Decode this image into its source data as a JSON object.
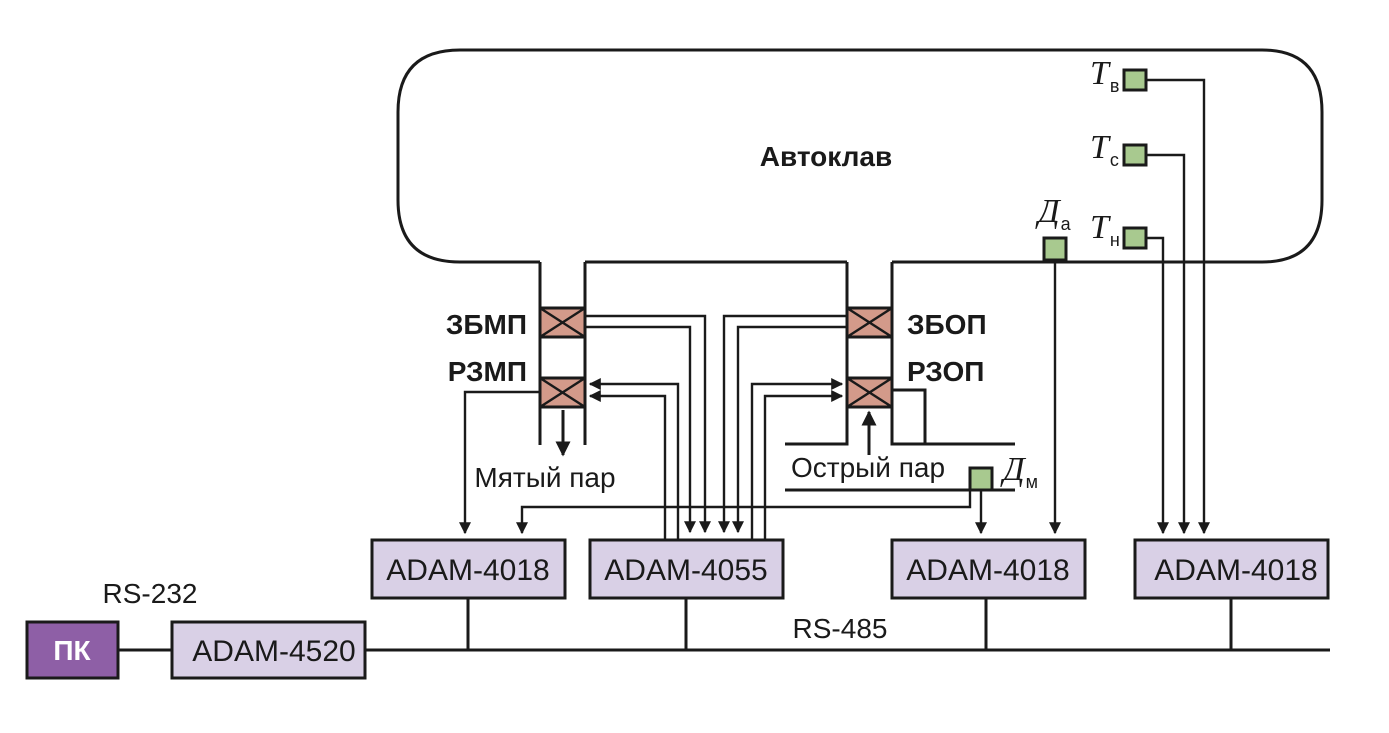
{
  "autoclave": {
    "label": "Автоклав"
  },
  "pc": {
    "label": "ПК"
  },
  "converter": {
    "label": "ADAM-4520",
    "link_label": "RS-232"
  },
  "bus": {
    "label": "RS-485"
  },
  "modules": [
    {
      "label": "ADAM-4018"
    },
    {
      "label": "ADAM-4055"
    },
    {
      "label": "ADAM-4018"
    },
    {
      "label": "ADAM-4018"
    }
  ],
  "valves": {
    "zbmp": "ЗБМП",
    "rzmp": "РЗМП",
    "zbop": "ЗБОП",
    "rzop": "РЗОП"
  },
  "steam": {
    "exhaust": "Мятый пар",
    "live": "Острый пар"
  },
  "sensors": {
    "tv": {
      "symbol": "Т",
      "sub": "в"
    },
    "tc": {
      "symbol": "Т",
      "sub": "с"
    },
    "tn": {
      "symbol": "Т",
      "sub": "н"
    },
    "da": {
      "symbol": "Д",
      "sub": "а"
    },
    "dm": {
      "symbol": "Д",
      "sub": "м"
    }
  }
}
